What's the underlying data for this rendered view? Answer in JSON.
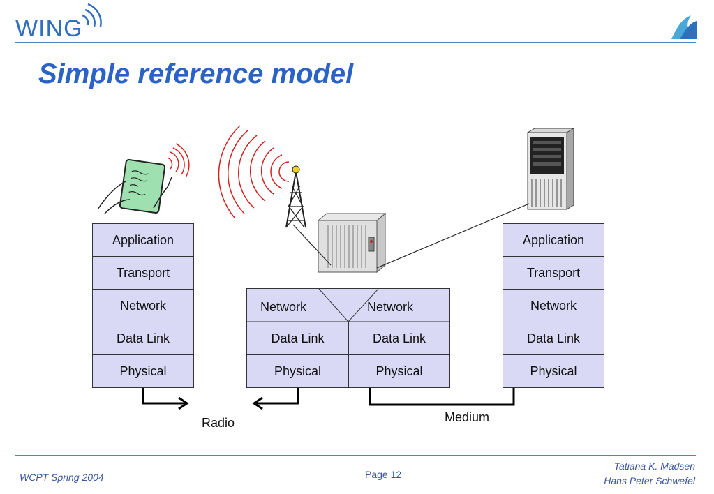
{
  "header": {
    "logo": "WING",
    "title": "Simple reference model"
  },
  "left_stack": [
    "Application",
    "Transport",
    "Network",
    "Data Link",
    "Physical"
  ],
  "middle_stack": {
    "left": [
      "Network",
      "Data Link",
      "Physical"
    ],
    "right": [
      "Network",
      "Data Link",
      "Physical"
    ]
  },
  "right_stack": [
    "Application",
    "Transport",
    "Network",
    "Data Link",
    "Physical"
  ],
  "labels": {
    "radio": "Radio",
    "medium": "Medium"
  },
  "footer": {
    "left": "WCPT Spring 2004",
    "page": "Page 12",
    "author1": "Tatiana K. Madsen",
    "author2": "Hans Peter Schwefel"
  }
}
